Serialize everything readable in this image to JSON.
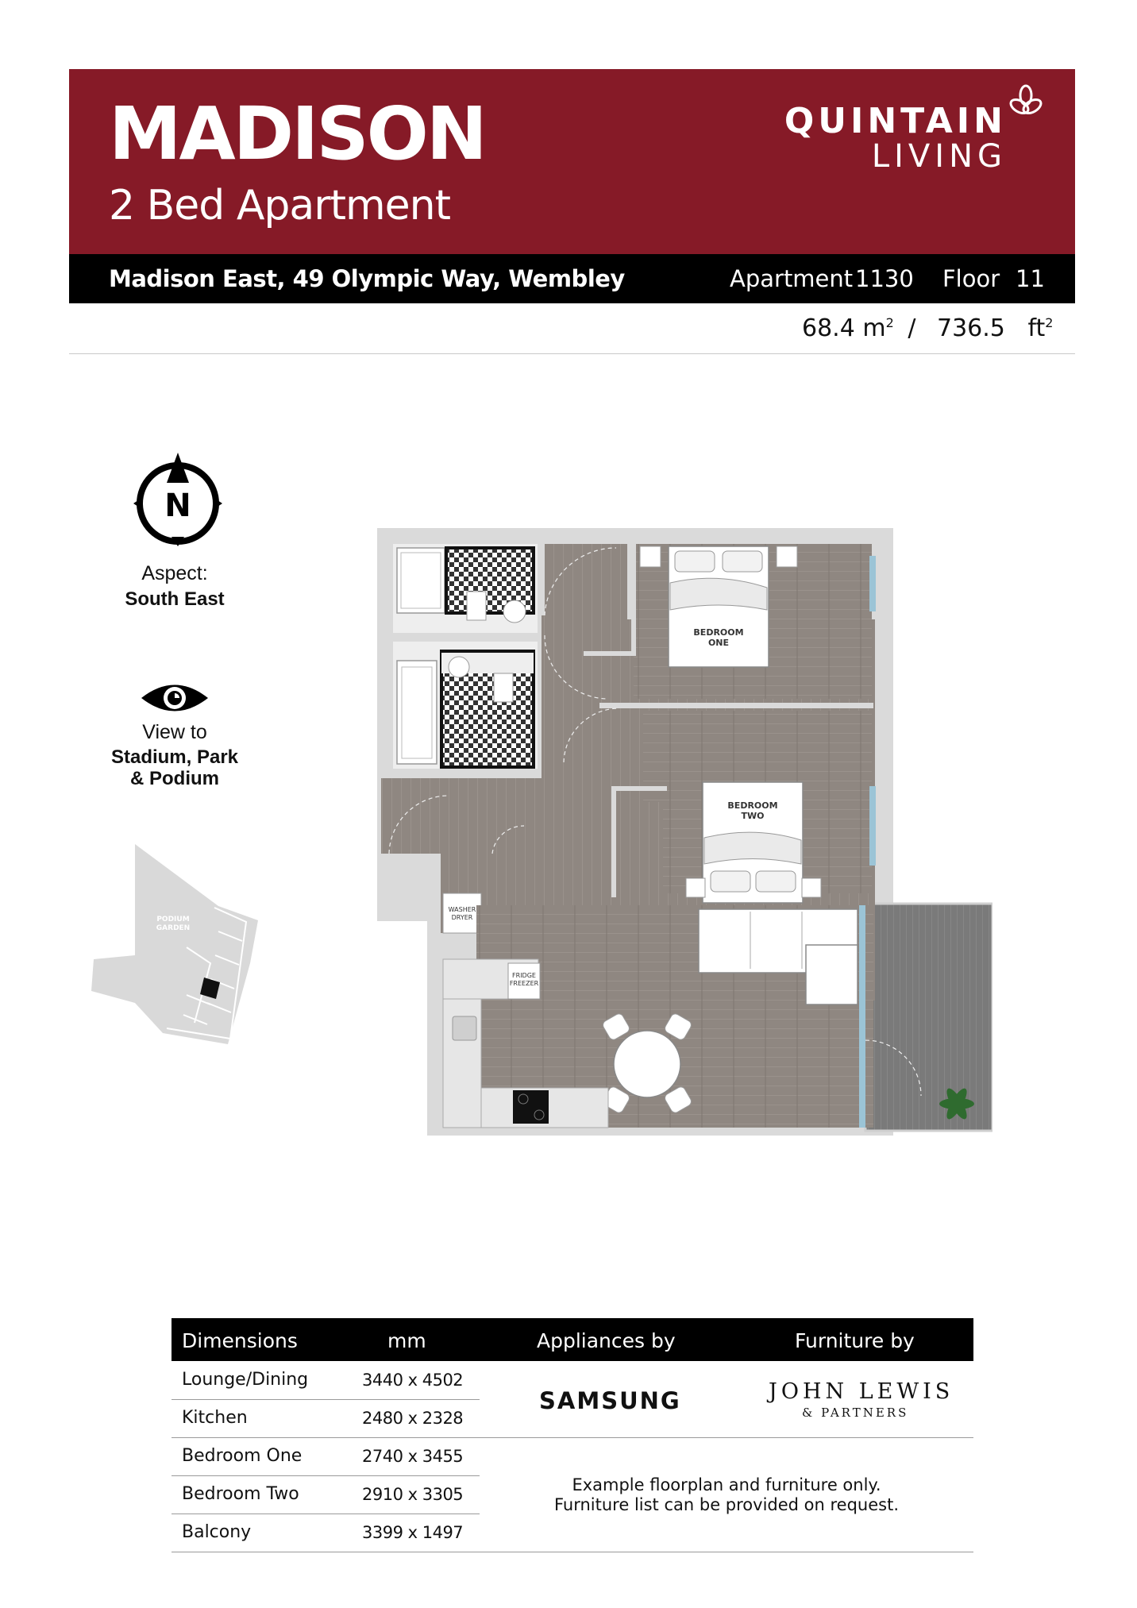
{
  "header": {
    "title": "MADISON",
    "subtitle": "2 Bed Apartment",
    "brand_line1": "QUINTAIN",
    "brand_line2": "LIVING",
    "brand_color": "#861a27"
  },
  "info_bar": {
    "address": "Madison East, 49 Olympic Way, Wembley",
    "apartment_label": "Apartment",
    "apartment_number": "1130",
    "floor_label": "Floor",
    "floor_number": "11"
  },
  "size": {
    "sqm": "68.4",
    "sqm_unit": "m",
    "separator": "/",
    "sqft": "736.5",
    "sqft_unit": "ft",
    "exponent": "2"
  },
  "compass": {
    "letter": "N",
    "icon": "north-arrow-icon"
  },
  "aspect": {
    "label": "Aspect:",
    "value": "South East"
  },
  "view": {
    "icon": "eye-icon",
    "label": "View to",
    "value_line1": "Stadium, Park",
    "value_line2": "& Podium"
  },
  "site_plan": {
    "label_line1": "PODIUM",
    "label_line2": "GARDEN"
  },
  "floorplan": {
    "rooms": {
      "bedroom_one_l1": "BEDROOM",
      "bedroom_one_l2": "ONE",
      "bedroom_two_l1": "BEDROOM",
      "bedroom_two_l2": "TWO",
      "washer_l1": "WASHER",
      "washer_l2": "DRYER",
      "fridge_l1": "FRIDGE",
      "fridge_l2": "FREEZER"
    }
  },
  "table": {
    "headers": {
      "dimensions": "Dimensions",
      "unit": "mm",
      "appliances": "Appliances by",
      "furniture": "Furniture by"
    },
    "rows": [
      {
        "room": "Lounge/Dining",
        "size": "3440 x 4502"
      },
      {
        "room": "Kitchen",
        "size": "2480 x 2328"
      },
      {
        "room": "Bedroom One",
        "size": "2740 x 3455"
      },
      {
        "room": "Bedroom Two",
        "size": "2910 x 3305"
      },
      {
        "room": "Balcony",
        "size": "3399 x 1497"
      }
    ],
    "appliance_brand": "SAMSUNG",
    "furniture_brand_line1": "JOHN LEWIS",
    "furniture_brand_line2": "& PARTNERS",
    "note_line1": "Example floorplan and furniture only.",
    "note_line2": "Furniture list can be provided on request."
  }
}
